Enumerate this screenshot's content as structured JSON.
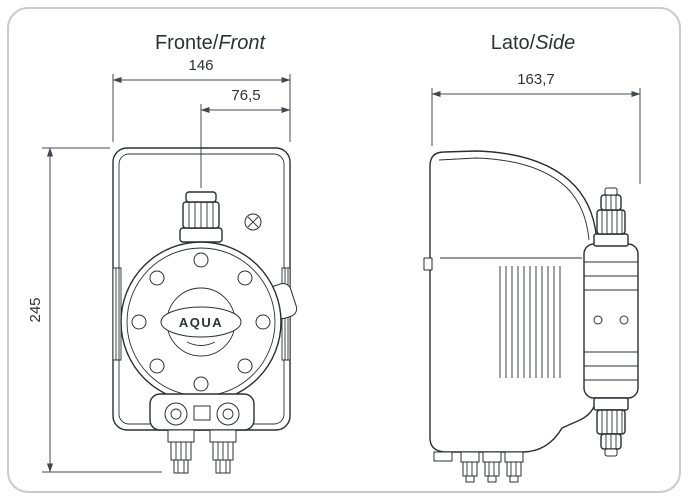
{
  "titles": {
    "front": {
      "normal": "Fronte/",
      "italic": "Front"
    },
    "side": {
      "normal": "Lato/",
      "italic": "Side"
    }
  },
  "dims": {
    "front_width": "146",
    "front_center_offset": "76,5",
    "front_height": "245",
    "side_depth": "163,7"
  },
  "logo_text": "AQUA",
  "colors": {
    "line": "#2b2f33",
    "dimension": "#44484c",
    "frame_border": "#c7cbce",
    "background": "#ffffff"
  }
}
